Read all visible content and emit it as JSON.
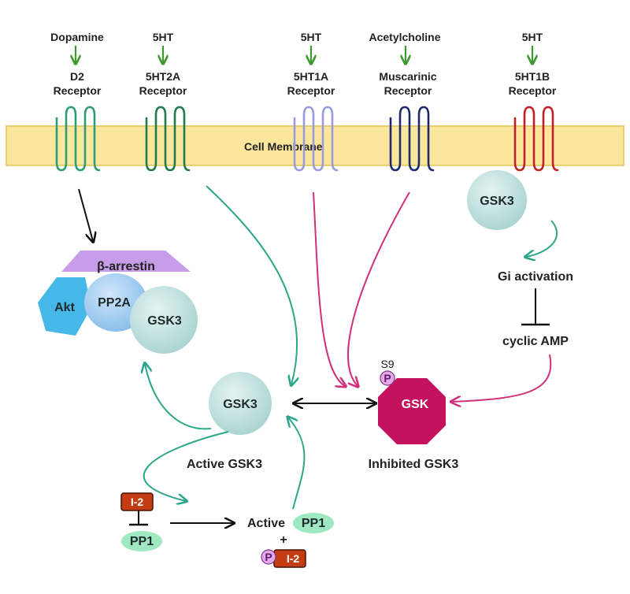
{
  "ligands": {
    "dopamine": "Dopamine",
    "serotonin_2a": "5HT",
    "serotonin_1a": "5HT",
    "acetylcholine": "Acetylcholine",
    "serotonin_1b": "5HT"
  },
  "receptors": {
    "d2_line1": "D2",
    "d2_line2": "Receptor",
    "r2a_line1": "5HT2A",
    "r2a_line2": "Receptor",
    "r1a_line1": "5HT1A",
    "r1a_line2": "Receptor",
    "musc_line1": "Muscarinic",
    "musc_line2": "Receptor",
    "r1b_line1": "5HT1B",
    "r1b_line2": "Receptor"
  },
  "membrane": {
    "label": "Cell Membrane"
  },
  "complex": {
    "arrestin": "β-arrestin",
    "akt": "Akt",
    "pp2a": "PP2A",
    "gsk3": "GSK3"
  },
  "gsk3_membrane": "GSK3",
  "gi_activation": "Gi activation",
  "cyclic_amp": "cyclic AMP",
  "active_gsk3": {
    "node": "GSK3",
    "caption": "Active GSK3"
  },
  "inhibited_gsk3": {
    "node": "GSK",
    "caption": "Inhibited GSK3",
    "site": "S9",
    "phospho": "P"
  },
  "inhibitor": {
    "i2": "I-2",
    "pp1": "PP1"
  },
  "active_pp1": {
    "prefix": "Active",
    "pp1": "PP1",
    "plus": "+",
    "phospho": "P",
    "i2": "I-2"
  },
  "colors": {
    "membrane": "#fbe79c",
    "membrane_edge": "#e2c35c",
    "ligand_arrow": "#3c9a2c",
    "teal_arrow": "#2aa68a",
    "magenta_arrow": "#d0307a",
    "gsk_circle": "#bfe0de",
    "arrestin": "#c79ce8",
    "akt": "#46b8e8",
    "pp2a": "#9fcdf2",
    "inhibited": "#c4125e",
    "i2": "#c43c12",
    "pp1": "#9fe8c2",
    "phospho": "#e6a8ea"
  }
}
